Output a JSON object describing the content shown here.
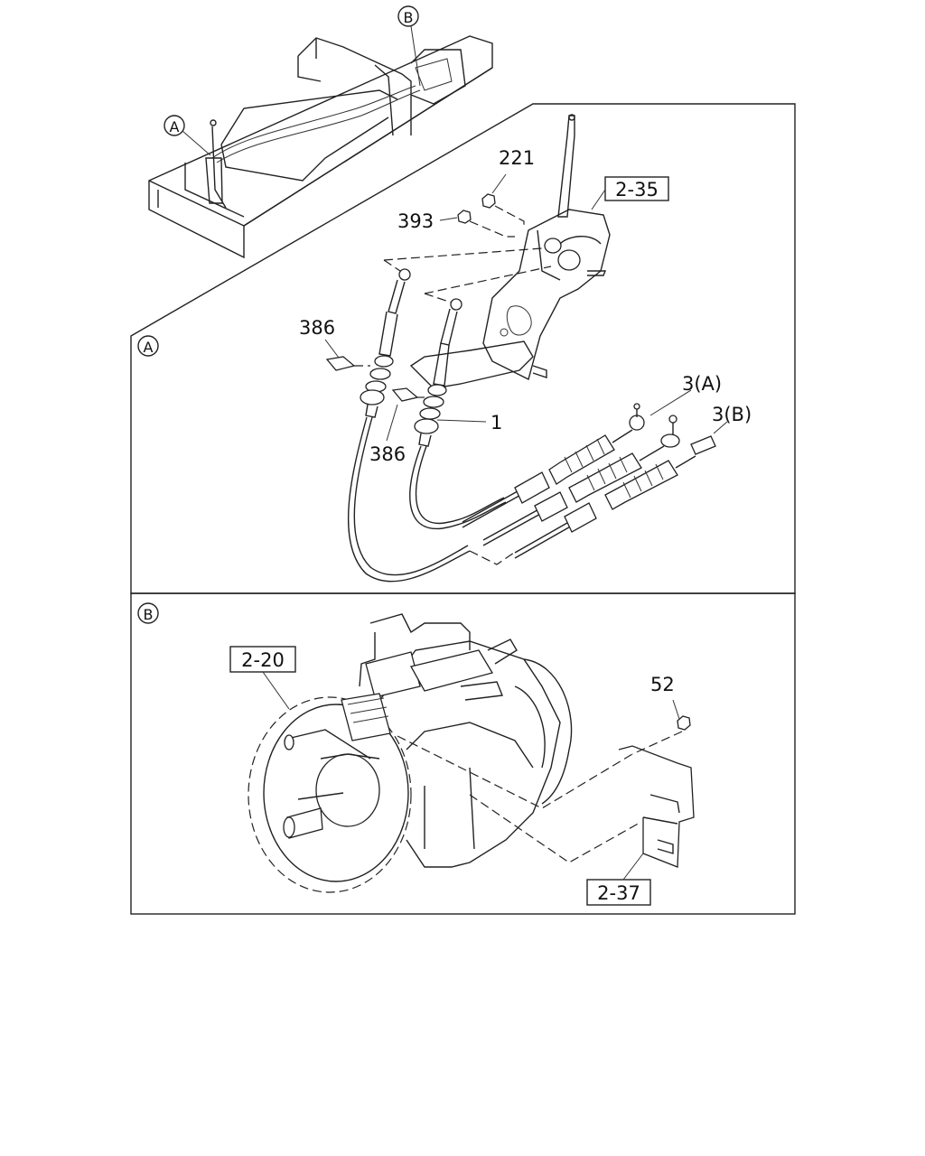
{
  "view_markers": {
    "a": "A",
    "b": "B"
  },
  "callouts": {
    "p221": "221",
    "p393": "393",
    "p386_top": "386",
    "p386_bottom": "386",
    "p1": "1",
    "p3a": "3(A)",
    "p3b": "3(B)",
    "p52": "52"
  },
  "reference_boxes": {
    "r2_35": "2-35",
    "r2_20": "2-20",
    "r2_37": "2-37"
  }
}
